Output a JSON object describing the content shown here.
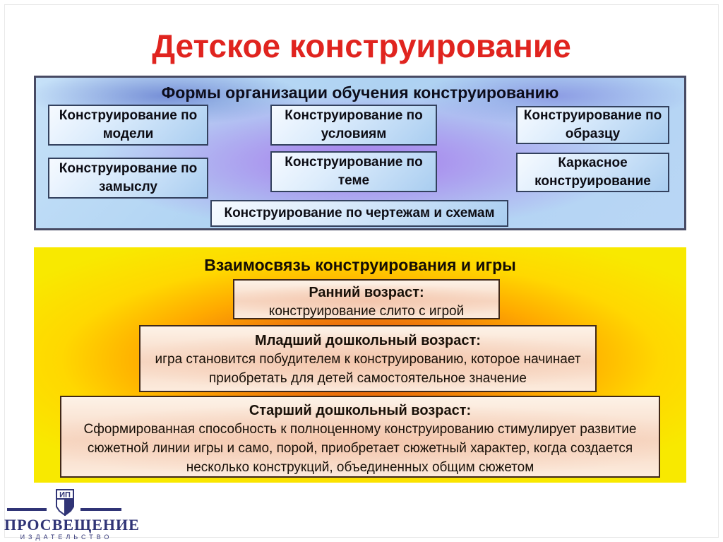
{
  "slide": {
    "title": "Детское конструирование",
    "colors": {
      "title_red": "#e0241f",
      "logo_navy": "#303476",
      "blue_panel_purple": "#a776ec",
      "yellow_panel_core": "#d8390f"
    },
    "section_forms": {
      "header": "Формы организации обучения конструированию",
      "boxes": [
        "Конструирование по модели",
        "Конструирование по условиям",
        "Конструирование по образцу",
        "Конструирование по замыслу",
        "Конструирование по теме",
        "Каркасное конструирование",
        "Конструирование по чертежам и схемам"
      ]
    },
    "section_play": {
      "header": "Взаимосвязь конструирования и игры",
      "items": [
        {
          "title": "Ранний возраст:",
          "body": "конструирование слито с игрой"
        },
        {
          "title": "Младший дошкольный возраст:",
          "body": "игра становится побудителем к конструированию, которое начинает приобретать для детей самостоятельное значение"
        },
        {
          "title": "Старший дошкольный возраст:",
          "body": "Сформированная способность к полноценному конструированию стимулирует развитие сюжетной линии игры и само, порой, приобретает сюжетный характер, когда создается несколько конструкций, объединенных общим сюжетом"
        }
      ]
    },
    "logo": {
      "emblem_letters": "ИП",
      "name": "ПРОСВЕЩЕНИЕ",
      "subtitle": "ИЗДАТЕЛЬСТВО"
    }
  }
}
